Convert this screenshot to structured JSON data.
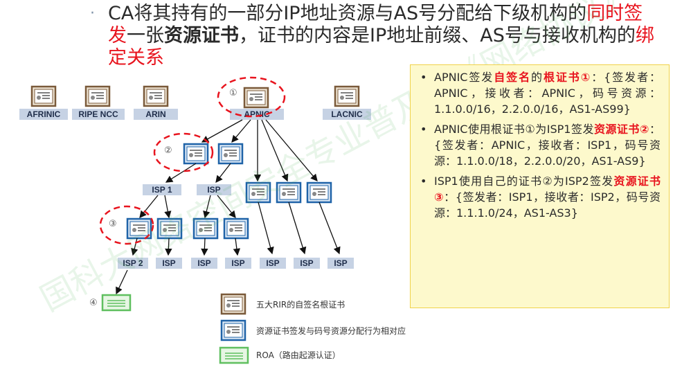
{
  "headline": {
    "bullet": "·",
    "part1": "CA将其持有的一部分IP地址资源与AS号分配给下级机构的",
    "highlight1": "同时签发",
    "part2": "一张",
    "bold": "资源证书",
    "part3": "，证书的内容是IP地址前缀、AS号与接收机构的",
    "highlight2": "绑定关系"
  },
  "diagram": {
    "rirs": [
      "AFRINIC",
      "RIPE NCC",
      "ARIN",
      "APNIC",
      "LACNIC"
    ],
    "markers": [
      "①",
      "②",
      "③",
      "④"
    ],
    "isp_level1": [
      "ISP 1",
      "ISP"
    ],
    "isp_level2": [
      "ISP 2",
      "ISP",
      "ISP",
      "ISP",
      "ISP",
      "ISP",
      "ISP"
    ]
  },
  "legend": [
    {
      "text": "五大RIR的自签名根证书",
      "color": "#7a5a3a"
    },
    {
      "text": "资源证书签发与码号资源分配行为相对应",
      "color": "#1f63a8"
    },
    {
      "text": "ROA（路由起源认证）",
      "color": "#5fbf5f"
    }
  ],
  "info": {
    "item1": {
      "pre": "APNIC签发",
      "red1": "自签名",
      "mid": "的",
      "red2": "根证书①",
      "post": "：{签发者：APNIC，接收者：APNIC，码号资源：1.1.0.0/16，2.2.0.0/16，AS1-AS99}"
    },
    "item2": {
      "pre": "APNIC使用根证书①为ISP1签发",
      "red": "资源证书②",
      "post": "：{签发者：APNIC，接收者：ISP1，码号资源：1.1.0.0/18，2.2.0.0/20，AS1-AS9}"
    },
    "item3": {
      "pre": "ISP1使用自己的证书②为ISP2签发",
      "red": "资源证书③",
      "post": "：{签发者：ISP1，接收者：ISP2，码号资源：1.1.1.0/24，AS1-AS3}"
    }
  },
  "watermark": "国科大网络空间安全专业普及课《网络协议》",
  "colors": {
    "accent_red": "#e8141e",
    "root_cert": "#7a5a3a",
    "resource_cert": "#1f63a8",
    "roa": "#5fbf5f",
    "label_bar": "#c6d2e4"
  }
}
